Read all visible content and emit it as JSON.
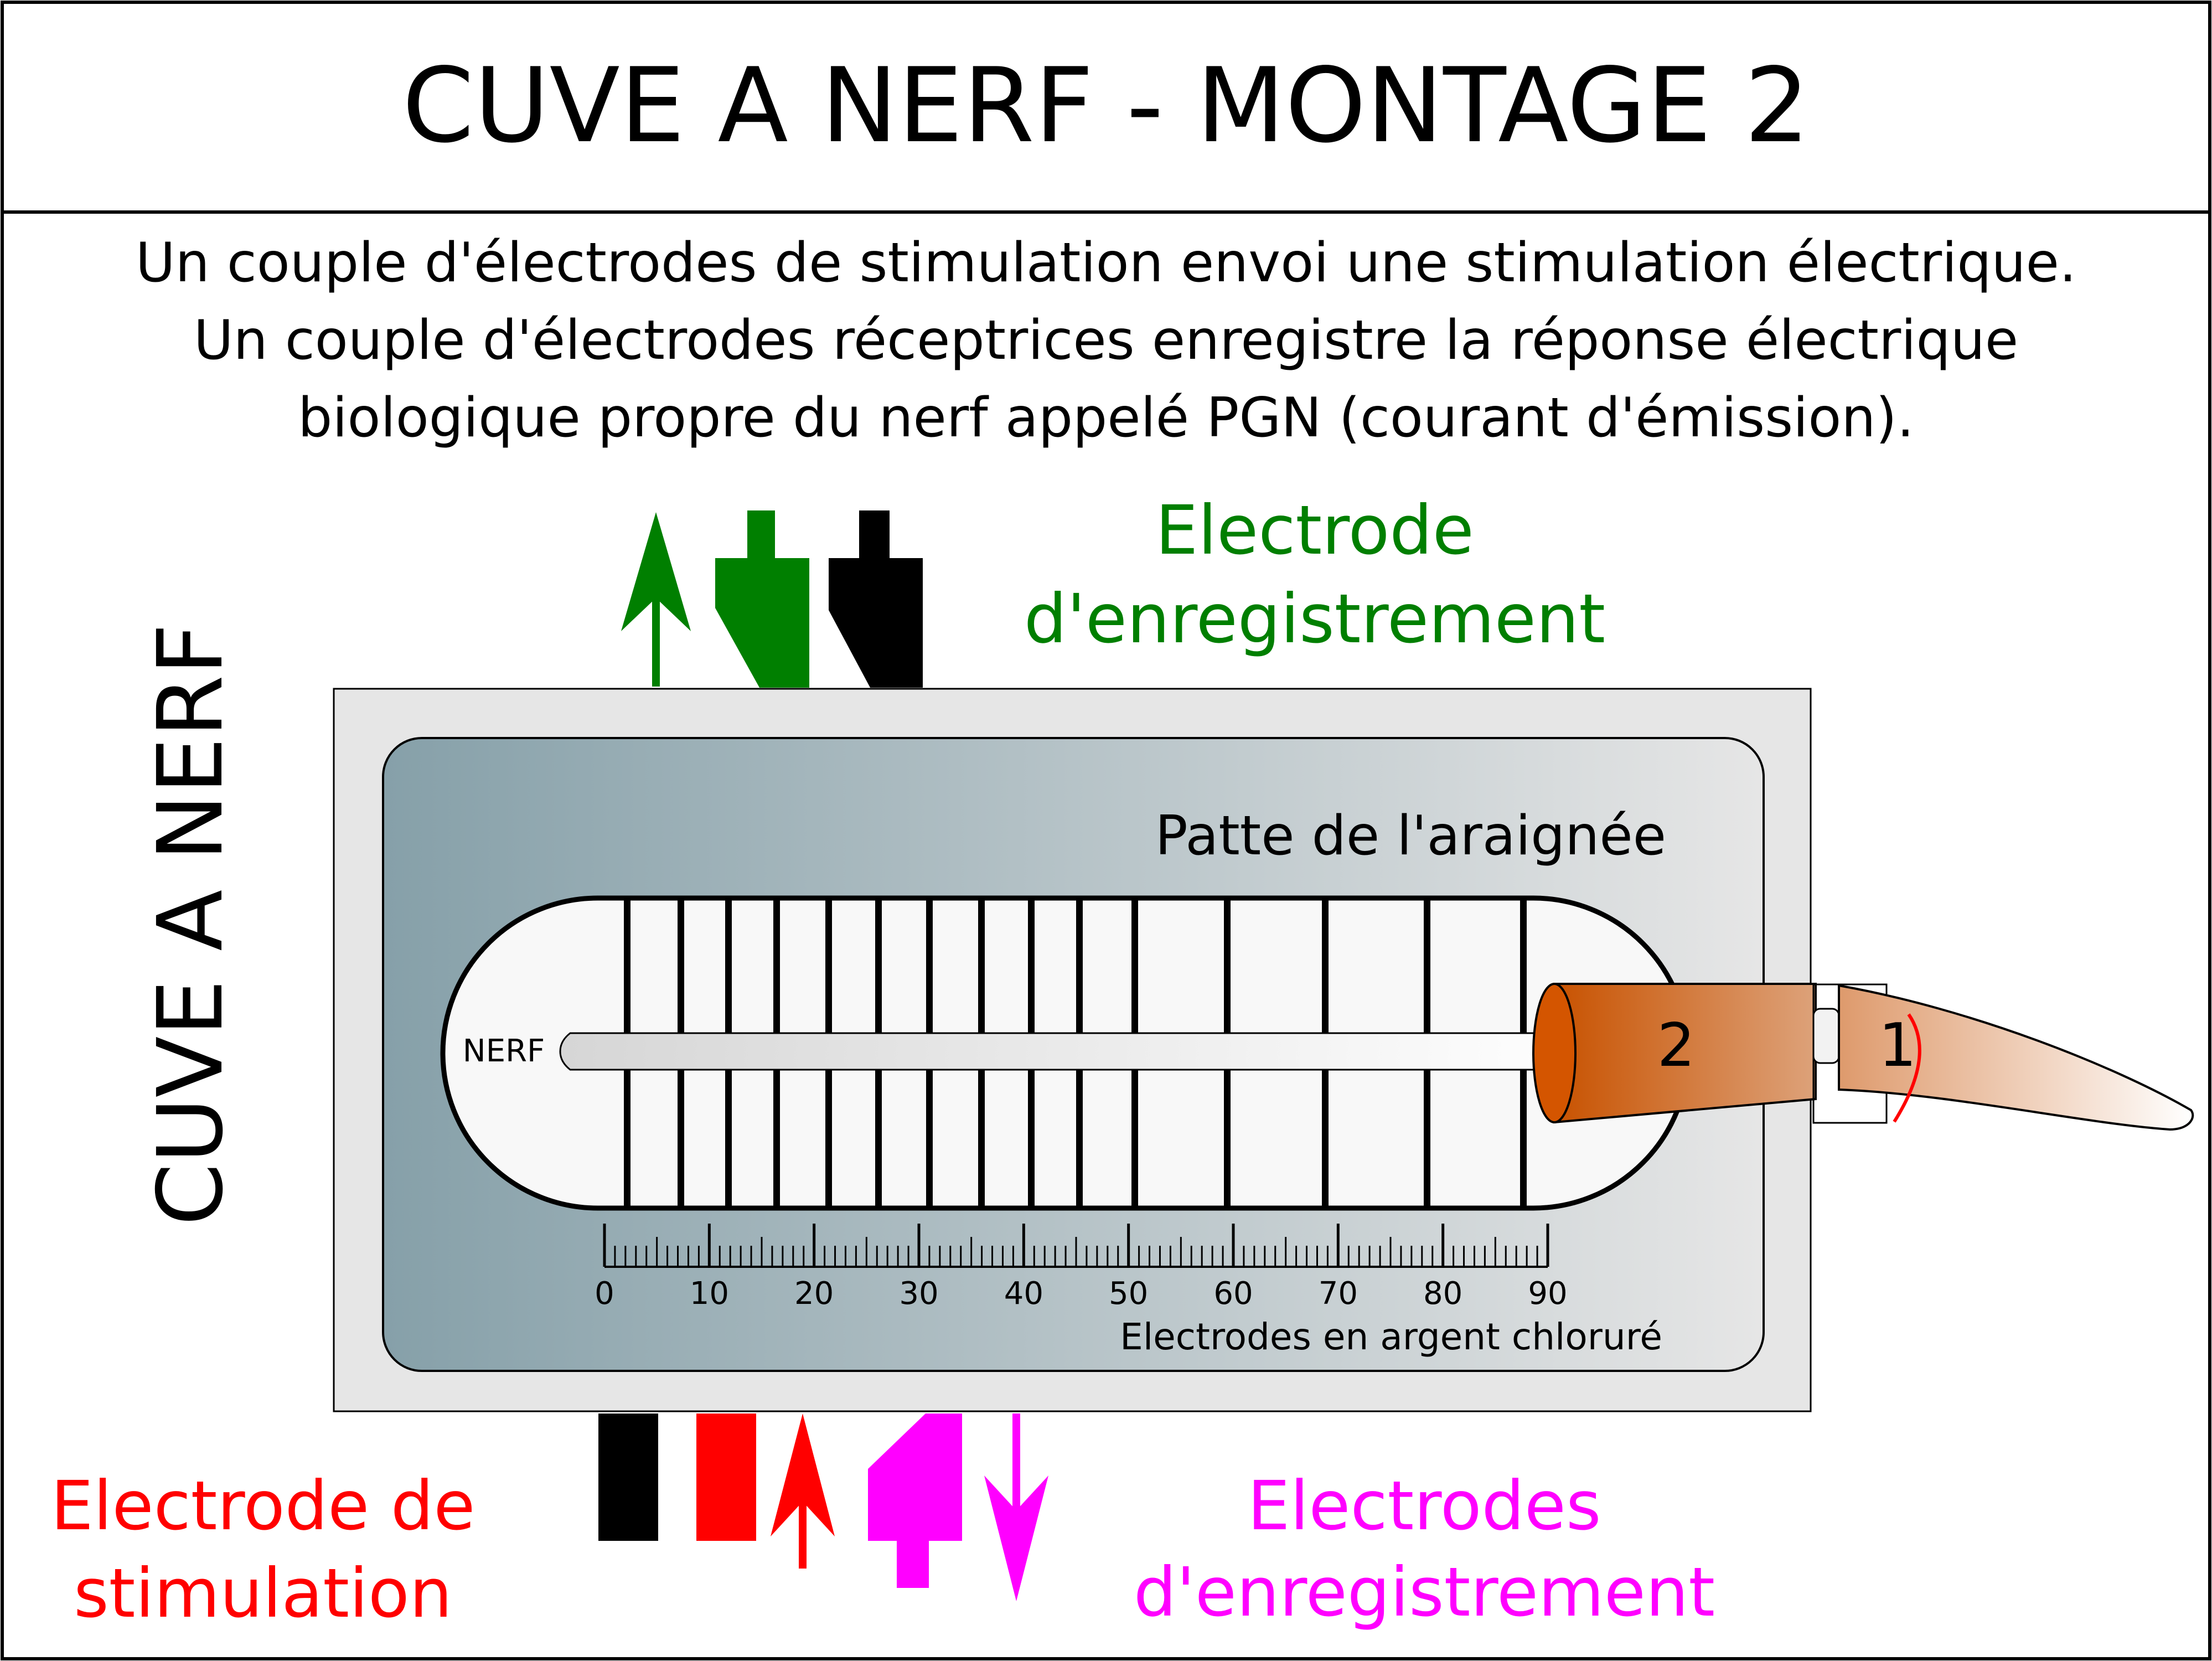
{
  "title": "CUVE A NERF - MONTAGE 2",
  "description": {
    "line1": "Un couple d'électrodes de stimulation envoi une stimulation électrique.",
    "line2": "Un couple d'électrodes réceptrices enregistre la réponse électrique",
    "line3": "biologique propre du nerf appelé PGN (courant d'émission)."
  },
  "side_label": "CUVE A NERF",
  "labels": {
    "recording_top_1": "Electrode",
    "recording_top_2": "d'enregistrement",
    "stim_1": "Electrode de",
    "stim_2": "stimulation",
    "recording_bottom_1": "Electrodes",
    "recording_bottom_2": "d'enregistrement",
    "leg": "Patte de l'araignée",
    "nerve": "NERF",
    "segment_2": "2",
    "segment_1": "1",
    "electrodes_caption": "Electrodes en argent chloruré"
  },
  "scale": {
    "min": 0,
    "max": 90,
    "ticks": [
      "0",
      "10",
      "20",
      "30",
      "40",
      "50",
      "60",
      "70",
      "80",
      "90"
    ]
  },
  "colors": {
    "recording_top": "#007f00",
    "stimulation": "#ff0000",
    "recording_bottom": "#ff00ff",
    "ground": "#000000",
    "leg": "#d45500"
  }
}
